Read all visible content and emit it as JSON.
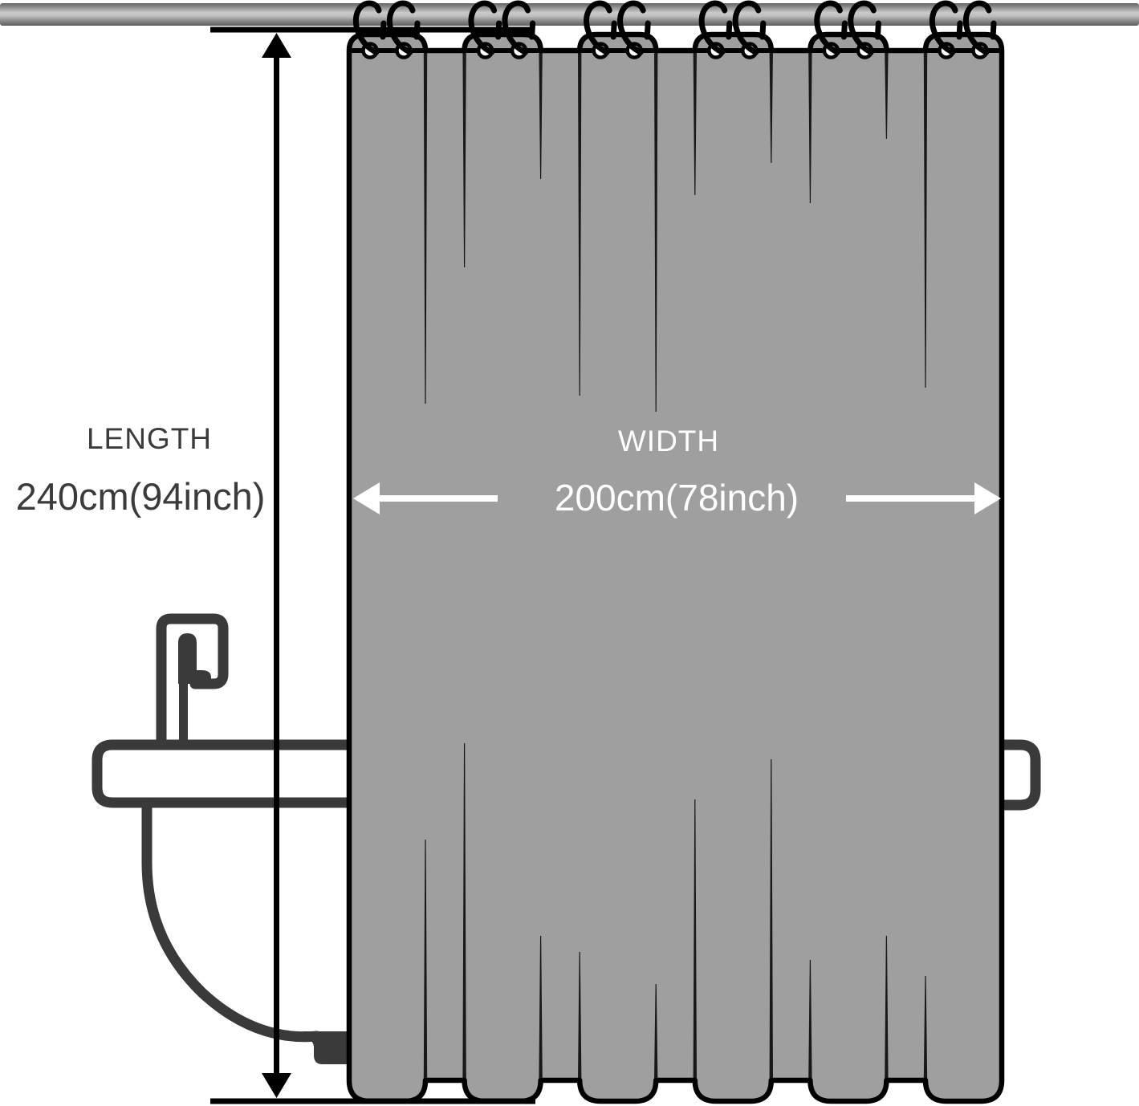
{
  "diagram": {
    "subject": "shower-curtain-size-diagram",
    "length": {
      "label": "LENGTH",
      "value": "240cm(94inch)"
    },
    "width": {
      "label": "WIDTH",
      "value": "200cm(78inch)"
    },
    "curtain": {
      "panels": 6,
      "grommets": 12,
      "hooks": 12
    },
    "colors": {
      "background": "#ffffff",
      "curtain_fill": "#9f9f9f",
      "curtain_outline": "#000000",
      "dimension_line": "#000000",
      "dimension_text": "#3b3b3b",
      "width_overlay": "#ffffff",
      "fixture_line": "#3a3a3a",
      "rod_top": "#646464",
      "rod_highlight": "#cacaca",
      "rod_bottom": "#5e5e5e"
    }
  }
}
